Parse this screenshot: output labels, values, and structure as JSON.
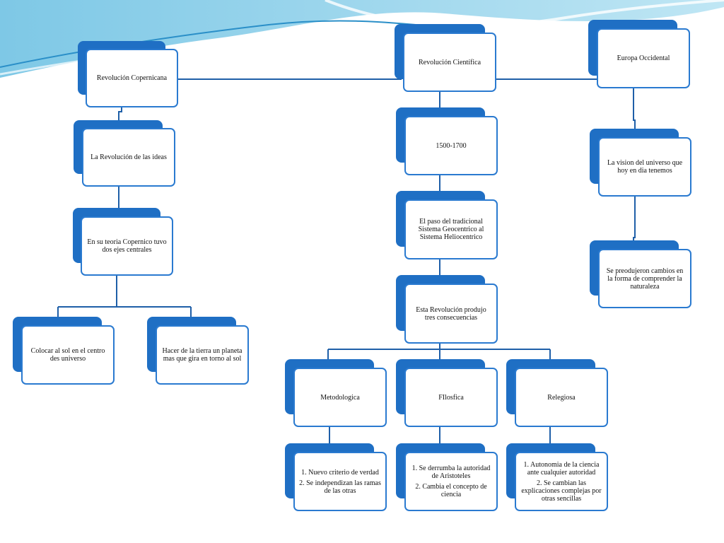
{
  "nodes": {
    "copernicana": {
      "label": "Revolución Copernicana"
    },
    "ideas": {
      "label": "La Revolución de las ideas"
    },
    "teoria": {
      "label": "En su teoria Copernico tuvo dos ejes centrales"
    },
    "sol_centro": {
      "label": "Colocar al sol en el centro des universo"
    },
    "tierra_planeta": {
      "label": "Hacer de la tierra un planeta mas que gira en torno al sol"
    },
    "cientifica": {
      "label": "Revolución Científica"
    },
    "fechas": {
      "label": "1500-1700"
    },
    "paso": {
      "label": "El paso del tradicional Sistema Geocentrico al Sistema Heliocentrico"
    },
    "consecuencias": {
      "label": "Esta Revolución  produjo tres consecuencias"
    },
    "metodologica": {
      "label": "Metodologica"
    },
    "filosofica": {
      "label": "FIlosfica"
    },
    "religiosa": {
      "label": "Relegiosa"
    },
    "metodologica_detalle": {
      "items": [
        "1. Nuevo criterio de verdad",
        "2. Se independizan las ramas de las otras"
      ]
    },
    "filosofica_detalle": {
      "items": [
        "1. Se derrumba la autoridad de Aristoteles",
        "2. Cambia el concepto de ciencia"
      ]
    },
    "religiosa_detalle": {
      "items": [
        "1. Autonomia de la ciencia ante cualquier autoridad",
        "2. Se cambian las explicaciones complejas por otras sencillas"
      ]
    },
    "europa": {
      "label": "Europa Occidental"
    },
    "vision": {
      "label": "La vision del universo que hoy en dia tenemos"
    },
    "cambios": {
      "label": "Se preodujeron cambios en la forma de comprender la naturaleza"
    }
  },
  "colors": {
    "accent": "#1f6fc4",
    "border": "#2a7ad0",
    "connector": "#1f5fa8",
    "wave_light": "#8fd0e8",
    "wave_dark": "#2a8fc8"
  }
}
